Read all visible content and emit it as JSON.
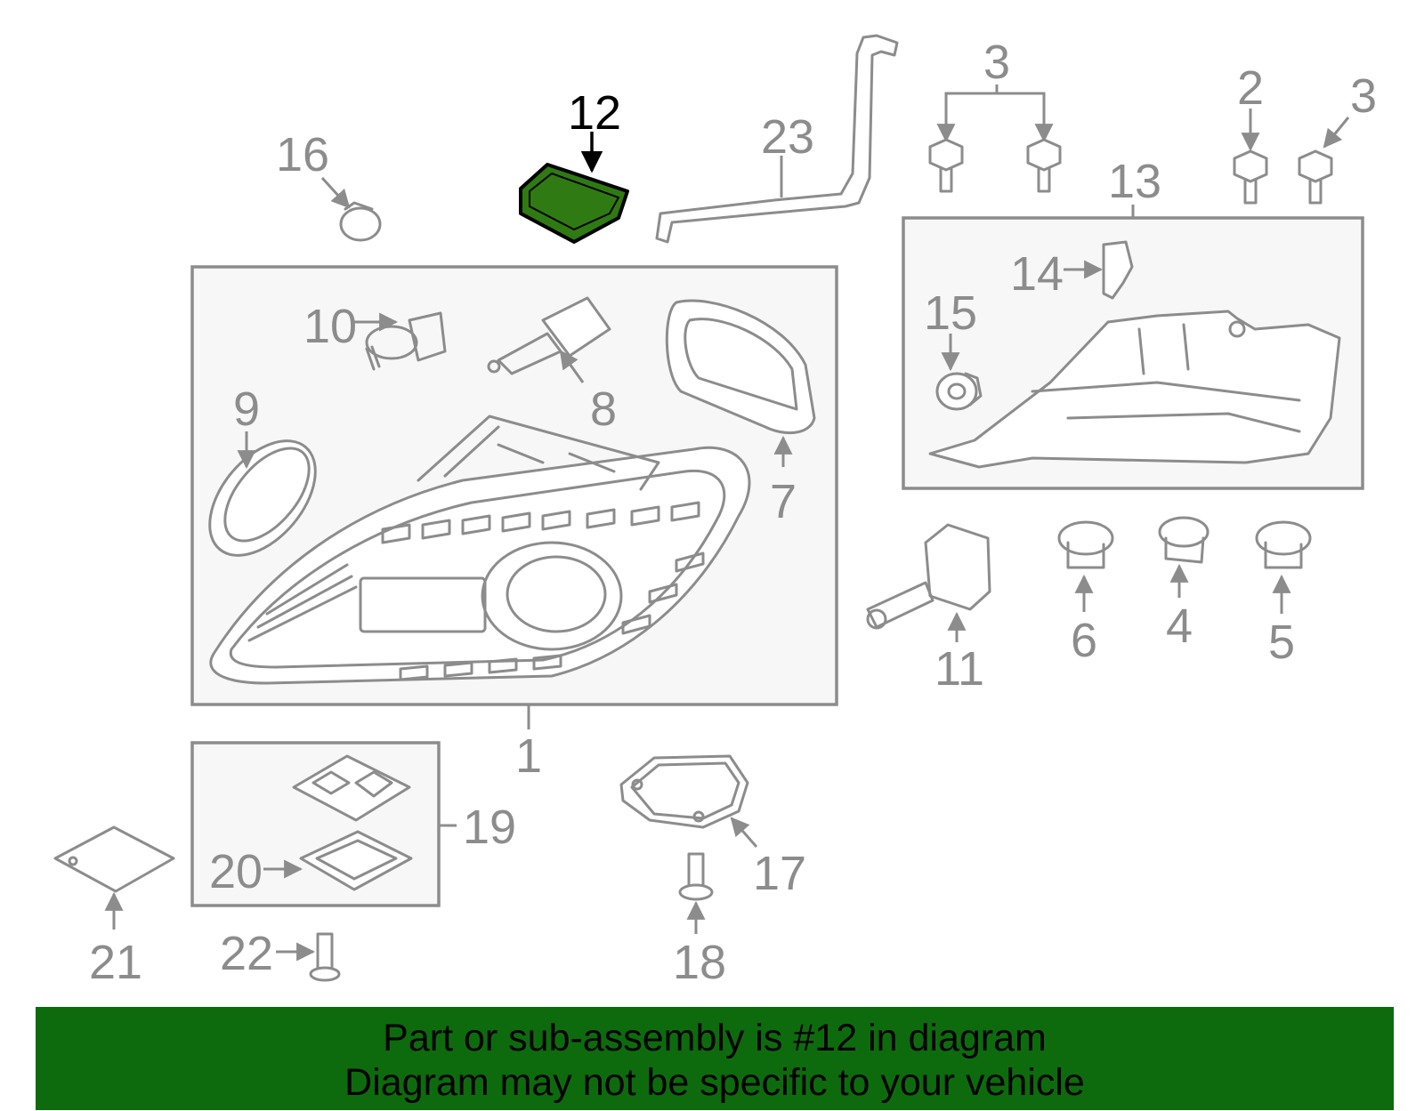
{
  "diagram": {
    "highlight_color": "#2f7a12",
    "line_color": "#8c8c8c",
    "callouts": [
      {
        "id": "c1",
        "label": "1"
      },
      {
        "id": "c2",
        "label": "2"
      },
      {
        "id": "c3a",
        "label": "3"
      },
      {
        "id": "c3b",
        "label": "3"
      },
      {
        "id": "c4",
        "label": "4"
      },
      {
        "id": "c5",
        "label": "5"
      },
      {
        "id": "c6",
        "label": "6"
      },
      {
        "id": "c7",
        "label": "7"
      },
      {
        "id": "c8",
        "label": "8"
      },
      {
        "id": "c9",
        "label": "9"
      },
      {
        "id": "c10",
        "label": "10"
      },
      {
        "id": "c11",
        "label": "11"
      },
      {
        "id": "c12",
        "label": "12"
      },
      {
        "id": "c13",
        "label": "13"
      },
      {
        "id": "c14",
        "label": "14"
      },
      {
        "id": "c15",
        "label": "15"
      },
      {
        "id": "c16",
        "label": "16"
      },
      {
        "id": "c17",
        "label": "17"
      },
      {
        "id": "c18",
        "label": "18"
      },
      {
        "id": "c19",
        "label": "19"
      },
      {
        "id": "c20",
        "label": "20"
      },
      {
        "id": "c21",
        "label": "21"
      },
      {
        "id": "c22",
        "label": "22"
      },
      {
        "id": "c23",
        "label": "23"
      }
    ]
  },
  "banner": {
    "line1": "Part or sub-assembly is #12 in diagram",
    "line2": "Diagram may not be specific to your vehicle",
    "background": "#0d6b0d"
  }
}
